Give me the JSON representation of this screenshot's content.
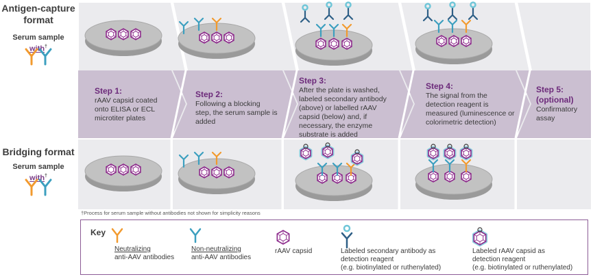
{
  "left": {
    "antigen_title": "Antigen-capture format",
    "bridging_title": "Bridging format",
    "serum_label": "Serum sample",
    "serum_with": "with",
    "dagger": "†"
  },
  "steps": [
    {
      "heading": "Step 1:",
      "body": "rAAV capsid coated onto ELISA or ECL microtiter plates"
    },
    {
      "heading": "Step 2:",
      "body": "Following a blocking step, the serum sample is added"
    },
    {
      "heading": "Step 3:",
      "body": "After the plate is washed, labeled secondary antibody (above) or labelled rAAV capsid (below) and, if necessary, the enzyme substrate is added"
    },
    {
      "heading": "Step 4:",
      "body": "The signal from the detection reagent is measured (luminescence or colorimetric detection)"
    },
    {
      "heading": "Step 5:",
      "heading2": "(optional)",
      "body": "Confirmatory assay"
    }
  ],
  "footnote": "†Process for serum sample without antibodies not shown for simplicity reasons",
  "key": {
    "title": "Key",
    "items": [
      {
        "line1": "Neutralizing",
        "line2": "anti-AAV antibodies"
      },
      {
        "line1": "Non-neutralizing",
        "line2": "anti-AAV antibodies"
      },
      {
        "line1": "rAAV capsid"
      },
      {
        "line1": "Labeled secondary antibody as",
        "line2": "detection reagent",
        "line3": "(e.g. biotinylated or ruthenylated)"
      },
      {
        "line1": "Labeled rAAV capsid as",
        "line2": "detection reagent",
        "line3": "(e.g. biotinylated or ruthenylated)"
      }
    ]
  },
  "colors": {
    "panel_bg": "#ebebee",
    "band": "#cbbfd1",
    "purple_text": "#6c2a7a",
    "neutralizing": "#f29a2e",
    "non_neutralizing": "#3c9fbf",
    "capsid": "#8d2b8c",
    "label_glow": "#6fc6d8",
    "secondary_ab": "#2e5f86"
  }
}
